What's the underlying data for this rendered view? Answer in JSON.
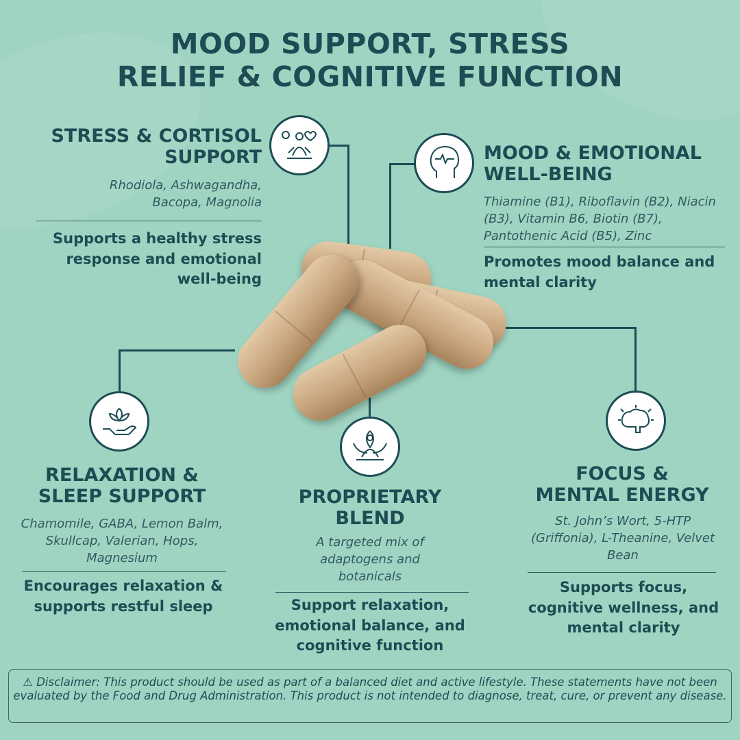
{
  "title": {
    "line1": "MOOD SUPPORT, STRESS",
    "line2": "RELIEF & COGNITIVE FUNCTION"
  },
  "sections": [
    {
      "heading1": "STRESS & CORTISOL",
      "heading2": "SUPPORT",
      "ingredients": "Rhodiola, Ashwagandha, Bacopa, Magnolia",
      "description": "Supports a healthy stress response and emotional well-being",
      "icon": "meditation-gear-heart-icon"
    },
    {
      "heading1": "MOOD & EMOTIONAL",
      "heading2": "WELL-BEING",
      "ingredients": "Thiamine (B1), Riboflavin (B2), Niacin (B3), Vitamin B6, Biotin (B7), Pantothenic Acid (B5), Zinc",
      "description": "Promotes mood balance and mental clarity",
      "icon": "head-heartbeat-icon"
    },
    {
      "heading1": "RELAXATION &",
      "heading2": "SLEEP SUPPORT",
      "ingredients": "Chamomile, GABA, Lemon Balm, Skullcap, Valerian, Hops, Magnesium",
      "description": "Encourages relaxation & supports restful sleep",
      "icon": "lotus-hand-icon"
    },
    {
      "heading1": "PROPRIETARY",
      "heading2": "BLEND",
      "ingredients": "A targeted mix of adaptogens and botanicals",
      "description": "Support relaxation, emotional balance, and cognitive function",
      "icon": "lotus-meditation-icon"
    },
    {
      "heading1": "FOCUS &",
      "heading2": "MENTAL ENERGY",
      "ingredients": "St. John’s Wort, 5-HTP (Griffonia), L-Theanine, Velvet Bean",
      "description": "Supports focus, cognitive wellness, and mental clarity",
      "icon": "brain-energy-icon"
    }
  ],
  "disclaimer": "⚠ Disclaimer: This product should be used as part of a balanced diet and active lifestyle. These statements have not been evaluated by the Food and Drug Administration. This product is not intended to diagnose, treat, cure, or prevent any disease."
}
